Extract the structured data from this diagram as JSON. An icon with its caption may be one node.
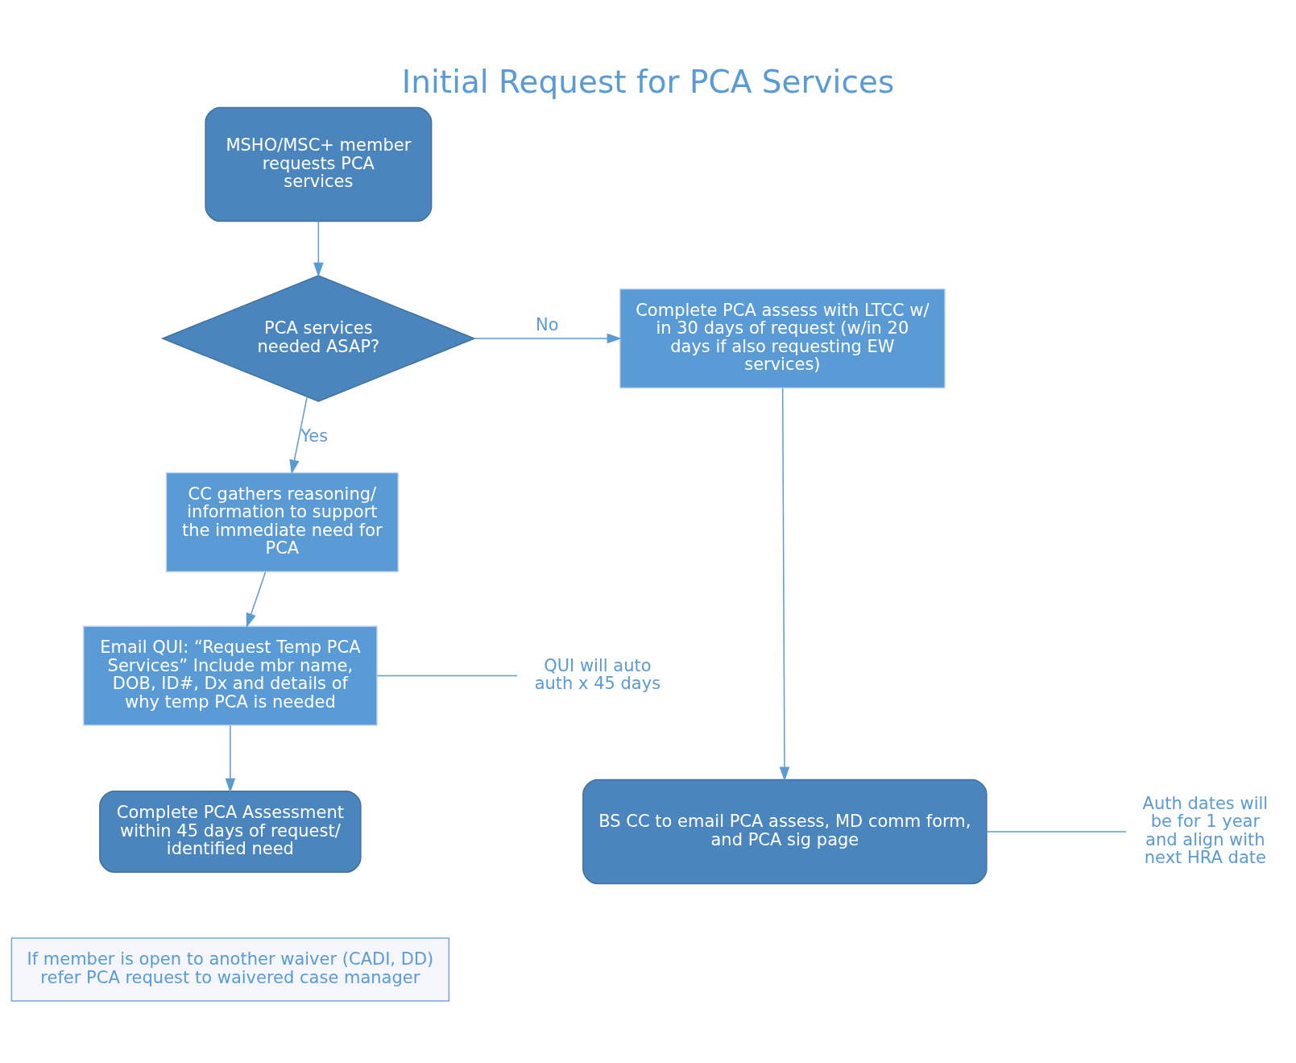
{
  "diagram": {
    "title": "Initial Request for PCA Services",
    "nodes": [
      {
        "text": [
          "MSHO/MSC+ member requests PCA services"
        ]
      },
      {
        "text": [
          "PCA services needed ASAP?"
        ]
      },
      {
        "text": [
          "CC gathers reasoning/ information to support the immediate need for PCA"
        ]
      },
      {
        "text": [
          "Email QUI: “Request Temp PCA Services” Include mbr name, DOB, ID#, Dx and details of why temp PCA is needed"
        ]
      },
      {
        "text": [
          "Complete PCA Assessment within 45 days of request/ identified need"
        ]
      },
      {
        "text": [
          "Complete PCA assess with LTCC w/ in 30 days of request (w/in 20 days if also requesting EW services)"
        ]
      },
      {
        "text": [
          "BS CC to email PCA assess, MD comm form, and PCA sig page"
        ]
      },
      {
        "text": [
          "QUI will auto auth x 45 days"
        ]
      },
      {
        "text": [
          "Auth dates will be for 1 year and align with next HRA date"
        ]
      },
      {
        "text": [
          "If member is open to another waiver (CADI, DD) refer PCA request to waivered case manager"
        ]
      }
    ],
    "edges": [
      {
        "from": 0,
        "to": 1,
        "arrow": "to"
      },
      {
        "from": 1,
        "to": 5,
        "arrow": "to",
        "label": "No"
      },
      {
        "from": 1,
        "to": 2,
        "arrow": "to",
        "label": "Yes"
      },
      {
        "from": 2,
        "to": 3,
        "arrow": "to"
      },
      {
        "from": 3,
        "to": 4,
        "arrow": "to"
      },
      {
        "from": 5,
        "to": 6,
        "arrow": "to"
      },
      {
        "from": 3,
        "to": 7,
        "arrow": "none"
      },
      {
        "from": 6,
        "to": 8,
        "arrow": "none"
      }
    ]
  }
}
